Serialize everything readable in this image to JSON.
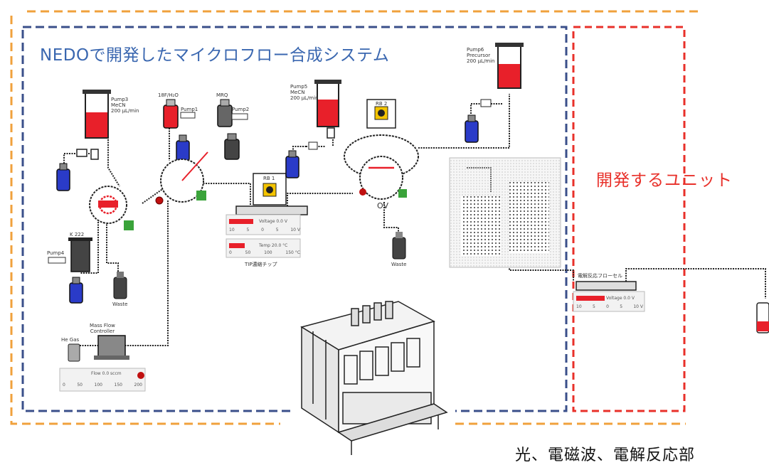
{
  "headings": {
    "nedo_system": "NEDOで開発したマイクロフロー合成システム",
    "new_unit": "開発するユニット",
    "caption": "光、電磁波、電解反応部"
  },
  "labels": {
    "pump3": "Pump3\nMeCN\n200 μL/min",
    "h2o18": "18F/H₂O",
    "pump1": "Pump1",
    "mrq": "MRQ",
    "pump2": "Pump2",
    "pump5": "Pump5\nMeCN\n200 μL/min",
    "pump6": "Pump6\nPrecursor\n200 μL/min",
    "rb1": "RB 1",
    "rb2": "RB 2",
    "ov": "OV",
    "k222": "K 222",
    "pump4": "Pump4",
    "waste1": "Waste",
    "waste2": "Waste",
    "he_gas": "He Gas",
    "mass_flow": "Mass Flow\nController",
    "tip_chip": "TIP濃縮チップ",
    "flow_cell": "電解反応フローセル",
    "voltage1": "Voltage 0.0 V",
    "temp1": "Temp 20.0 °C",
    "voltage2": "Voltage 0.0 V",
    "flow_rate": "Flow 0.0 sccm"
  },
  "scales": {
    "v_ticks": [
      "10",
      "5",
      "0",
      "5",
      "10 V"
    ],
    "t_ticks": [
      "0",
      "50",
      "100",
      "150 °C"
    ],
    "f_ticks": [
      "0",
      "50",
      "100",
      "150",
      "200"
    ]
  },
  "colors": {
    "orange_border": "#f0a13c",
    "blue_border": "#3a4f8a",
    "red_border": "#e8302a",
    "fluid_red": "#e8202a",
    "vial_blue": "#2a3bc8",
    "valve_green": "#3aa33a"
  }
}
